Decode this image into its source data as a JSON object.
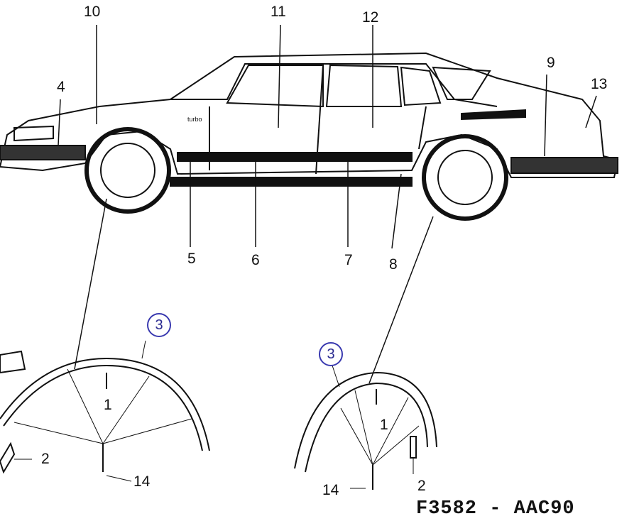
{
  "diagram": {
    "labels": {
      "l10": "10",
      "l11": "11",
      "l12": "12",
      "l9": "9",
      "l13": "13",
      "l4": "4",
      "l5": "5",
      "l6": "6",
      "l7": "7",
      "l8": "8",
      "front_1": "1",
      "front_2": "2",
      "front_14": "14",
      "rear_1": "1",
      "rear_2": "2",
      "rear_14": "14"
    },
    "callouts": {
      "front_3": "3",
      "rear_3": "3"
    },
    "badge_text": "turbo",
    "figure_code": "F3582 - AAC90",
    "callout_color": "#3a3ab0"
  }
}
